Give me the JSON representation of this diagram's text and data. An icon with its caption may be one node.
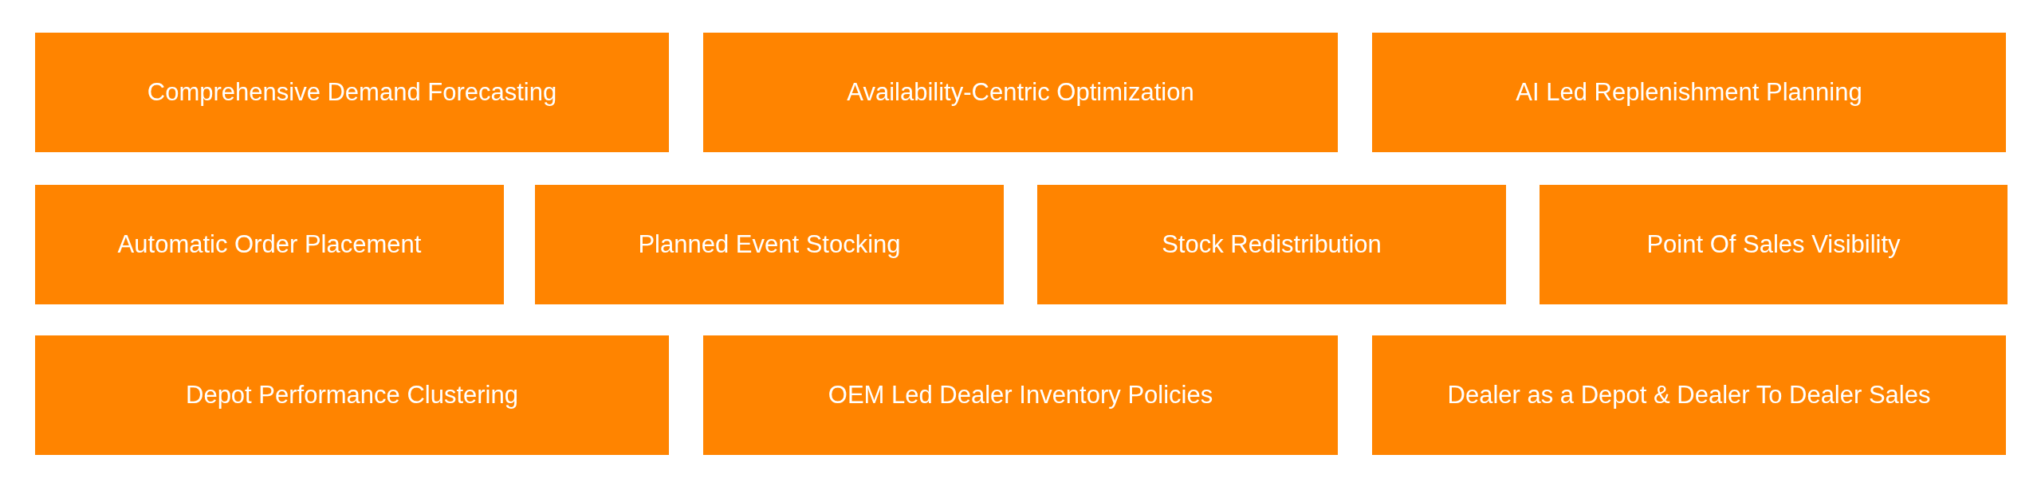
{
  "diagram": {
    "nodes": [
      {
        "text": [
          "Comprehensive Demand Forecasting"
        ]
      },
      {
        "text": [
          "Availability-Centric Optimization"
        ]
      },
      {
        "text": [
          "AI Led Replenishment Planning"
        ]
      },
      {
        "text": [
          "Automatic Order Placement"
        ]
      },
      {
        "text": [
          "Planned Event Stocking"
        ]
      },
      {
        "text": [
          "Stock Redistribution"
        ]
      },
      {
        "text": [
          "Point Of Sales Visibility"
        ]
      },
      {
        "text": [
          "Depot Performance Clustering"
        ]
      },
      {
        "text": [
          "OEM Led Dealer Inventory Policies"
        ]
      },
      {
        "text": [
          "Dealer as a Depot & Dealer To Dealer Sales"
        ]
      }
    ]
  }
}
